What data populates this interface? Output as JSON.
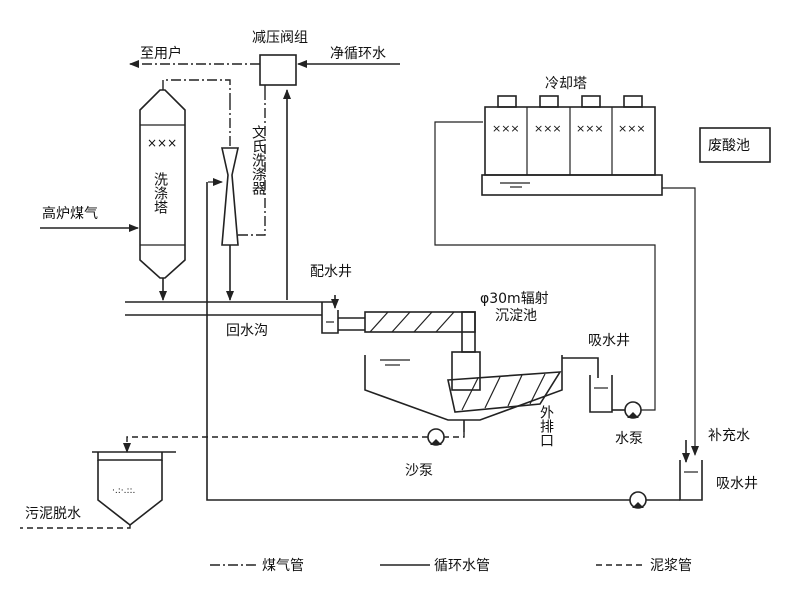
{
  "labels": {
    "valve_group": "减压阀组",
    "to_user": "至用户",
    "clean_return": "净循环水",
    "cooling_tower": "冷却塔",
    "waste_acid_pool": "废酸池",
    "scrubber": "洗涤塔",
    "venturi": "文氏洗涤器",
    "blast_furnace_gas": "高炉煤气",
    "distribution_well": "配水井",
    "clarifier": "φ30m辐射沉淀池",
    "clarifier_line1": "φ30m辐射",
    "clarifier_line2": "沉淀池",
    "return_ditch": "回水沟",
    "suction_well_1": "吸水井",
    "outlet": "外排口",
    "water_pump": "水泵",
    "sand_pump": "沙泵",
    "makeup_water": "补充水",
    "suction_well_2": "吸水井",
    "sludge_dewatering": "污泥脱水"
  },
  "legend": [
    {
      "label": "煤气管",
      "style": "dash-dot"
    },
    {
      "label": "循环水管",
      "style": "solid"
    },
    {
      "label": "泥浆管",
      "style": "dashed"
    }
  ]
}
